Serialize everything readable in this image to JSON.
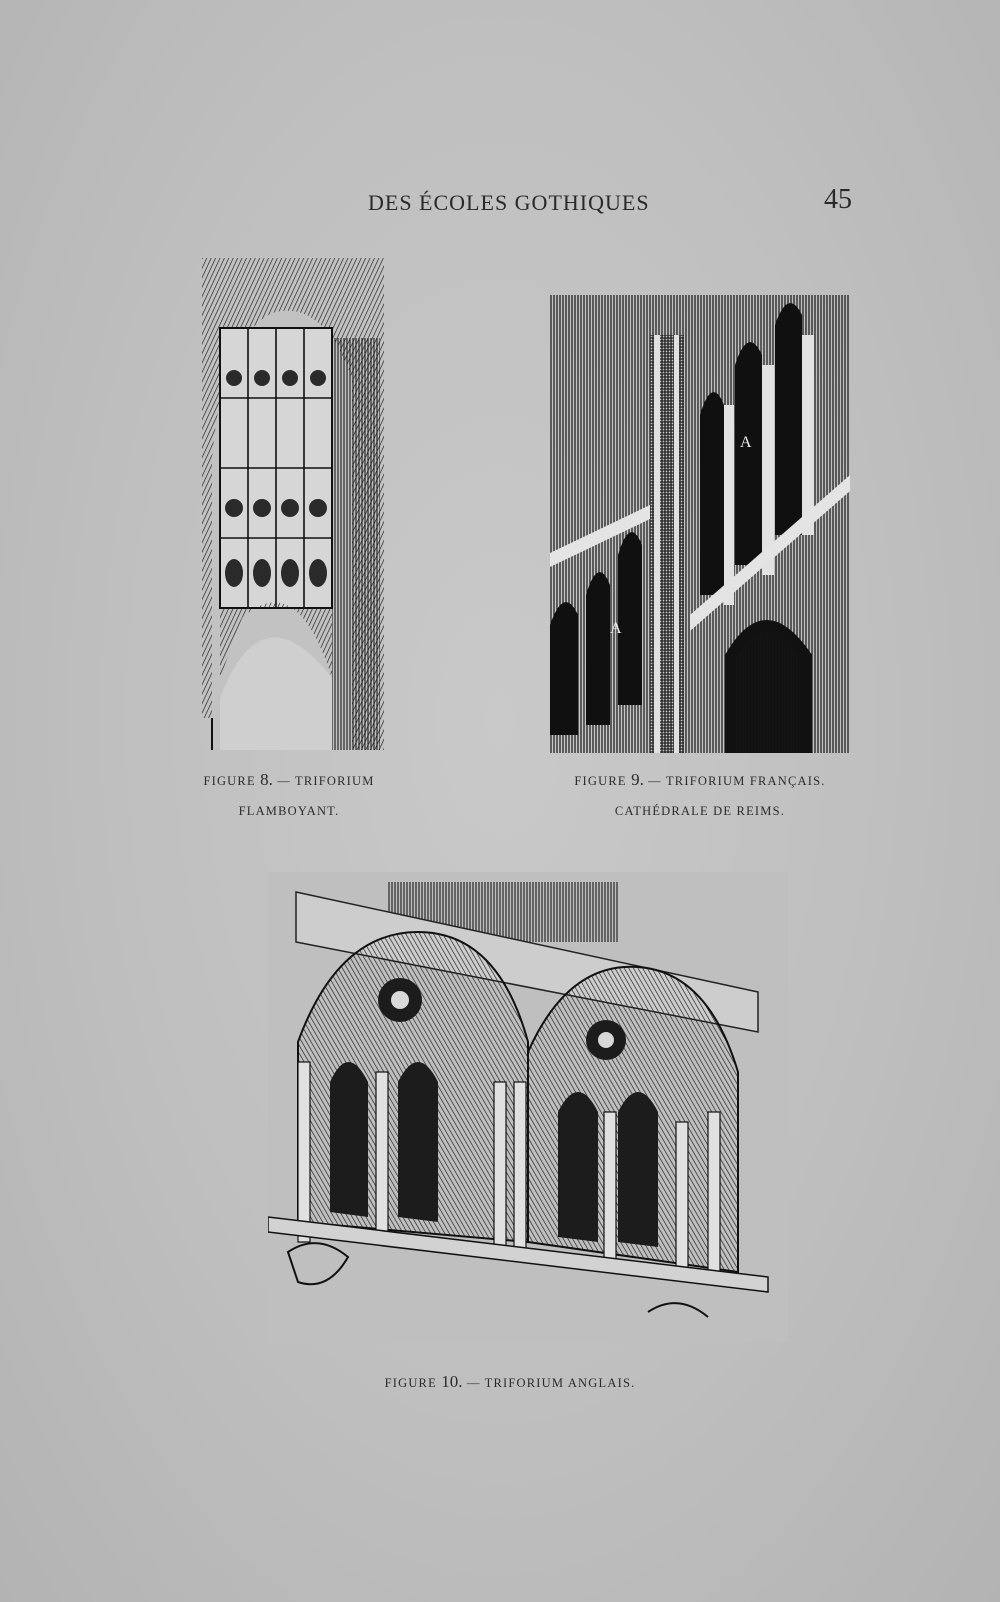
{
  "page": {
    "running_head": "DES ÉCOLES GOTHIQUES",
    "page_number": "45"
  },
  "figures": [
    {
      "caption_prefix": "FIGURE",
      "number": "8.",
      "dash": "—",
      "title": "TRIFORIUM",
      "title_line2": "FLAMBOYANT."
    },
    {
      "caption_prefix": "FIGURE",
      "number": "9.",
      "dash": "—",
      "title": "TRIFORIUM FRANÇAIS.",
      "title_line2": "CATHÉDRALE DE REIMS.",
      "labels": [
        "A",
        "A"
      ]
    },
    {
      "caption_prefix": "FIGURE",
      "number": "10.",
      "dash": "—",
      "title": "TRIFORIUM ANGLAIS."
    }
  ]
}
